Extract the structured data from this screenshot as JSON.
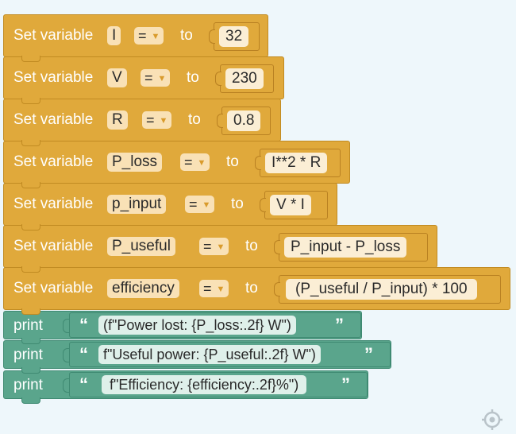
{
  "labels": {
    "set_variable": "Set variable",
    "to": "to",
    "print": "print"
  },
  "operator": "=",
  "assignments": [
    {
      "variable": "I",
      "value": "32"
    },
    {
      "variable": "V",
      "value": "230"
    },
    {
      "variable": "R",
      "value": "0.8"
    },
    {
      "variable": "P_loss",
      "value": "I**2 * R"
    },
    {
      "variable": "p_input",
      "value": "V * I"
    },
    {
      "variable": "P_useful",
      "value": "P_input - P_loss"
    },
    {
      "variable": "efficiency",
      "value": "(P_useful / P_input) * 100"
    }
  ],
  "prints": [
    {
      "text": "(f\"Power lost: {P_loss:.2f} W\")"
    },
    {
      "text": "f\"Useful power: {P_useful:.2f} W\")"
    },
    {
      "text": "f\"Efficiency: {efficiency:.2f}%\")"
    }
  ],
  "icons": {
    "quote_open": "“",
    "quote_close": "”",
    "dropdown": "dropdown-arrow-icon",
    "center": "crosshair-icon"
  },
  "colors": {
    "variable_block": "#e0a93b",
    "text_block": "#5aa58c",
    "background": "#eef7fb"
  }
}
